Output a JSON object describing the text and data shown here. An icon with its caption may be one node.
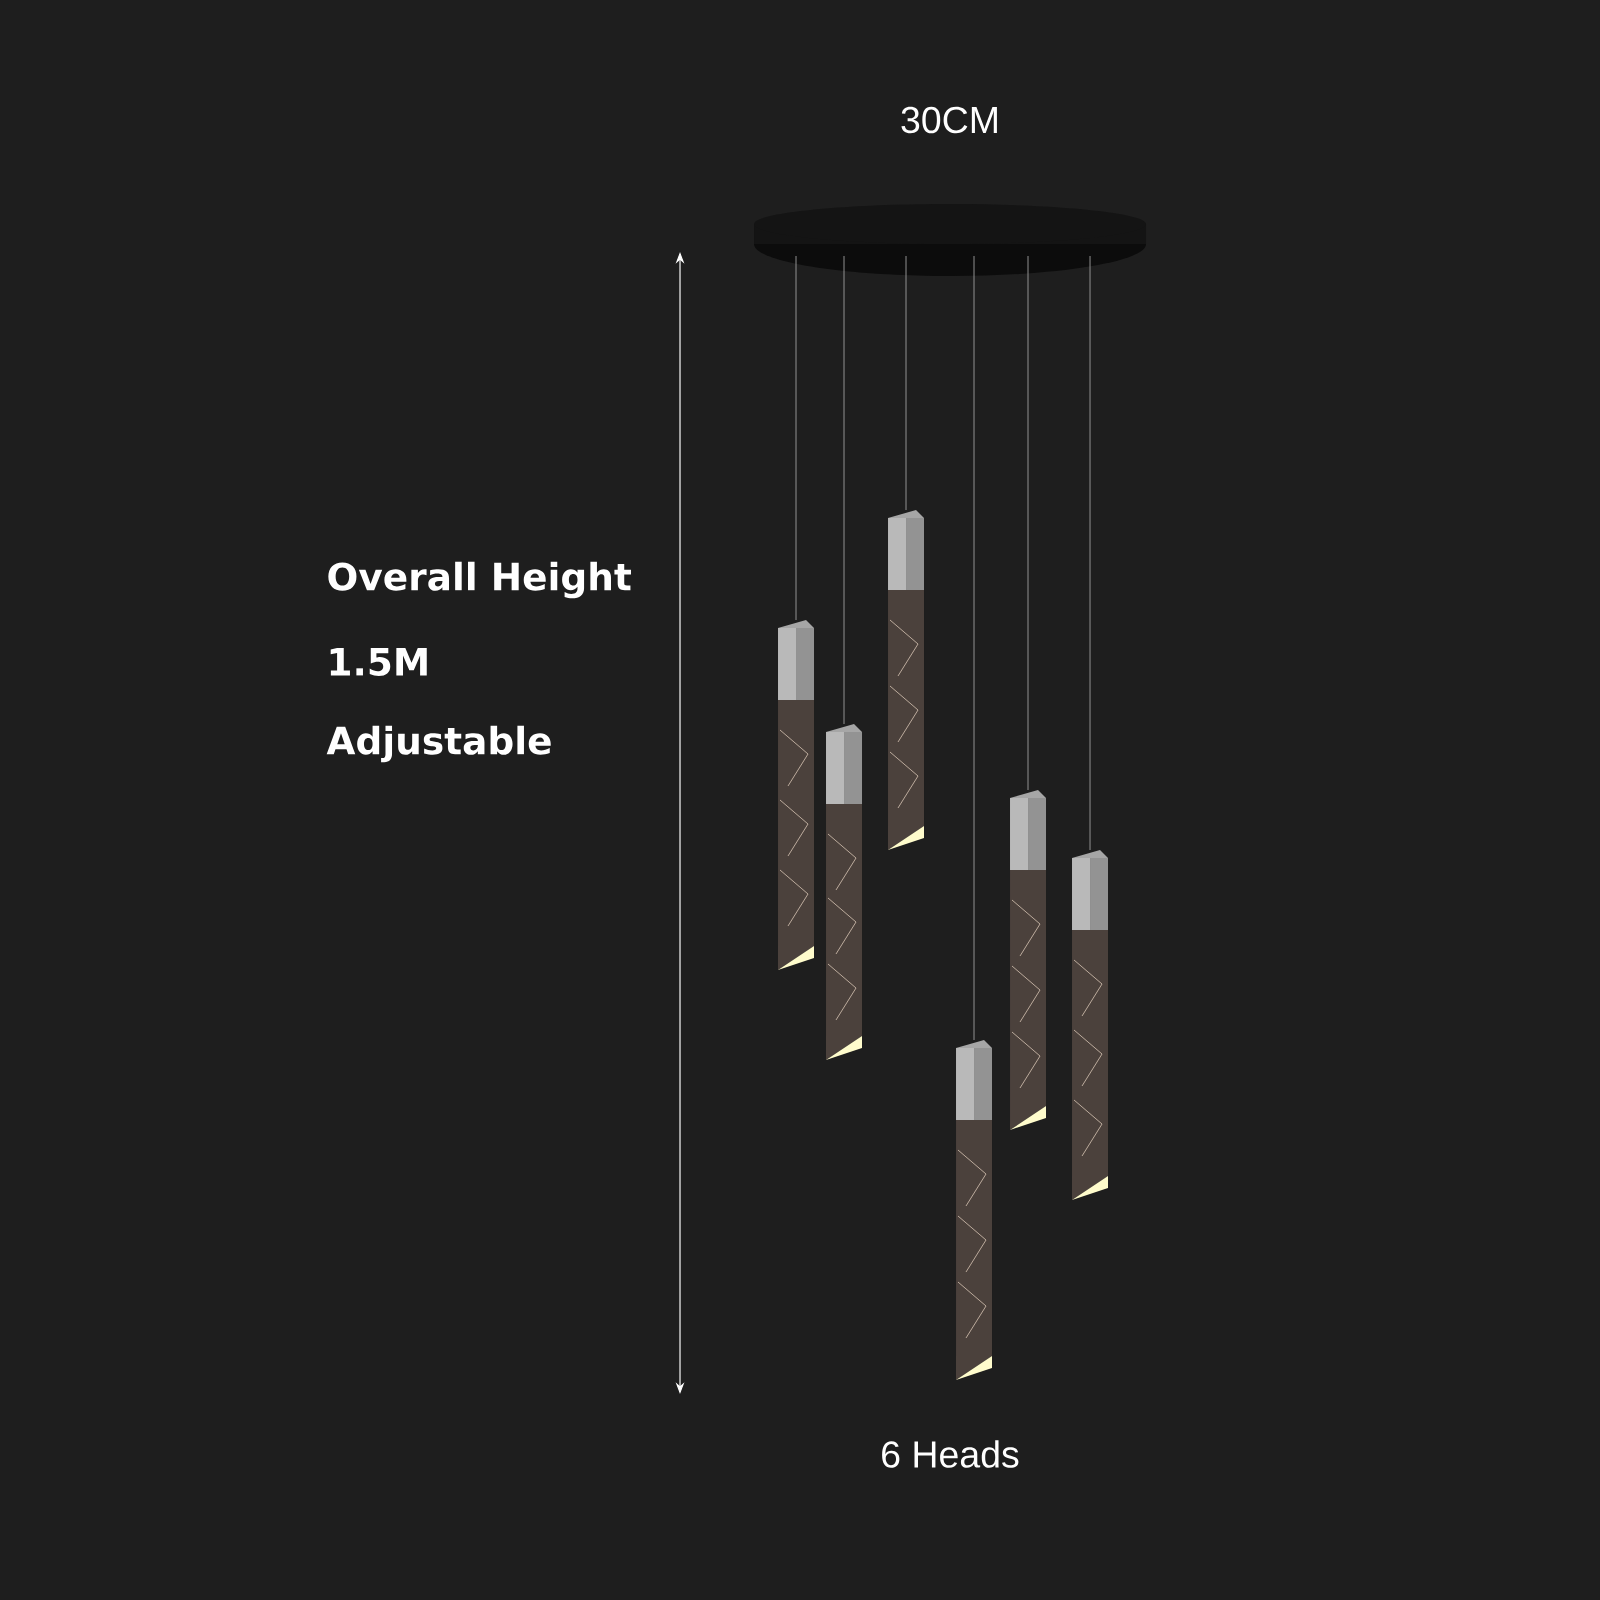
{
  "diagram": {
    "labels": [
      "30CM",
      "Overall Height",
      "1.5M",
      "Adjustable",
      "6 Heads"
    ]
  }
}
